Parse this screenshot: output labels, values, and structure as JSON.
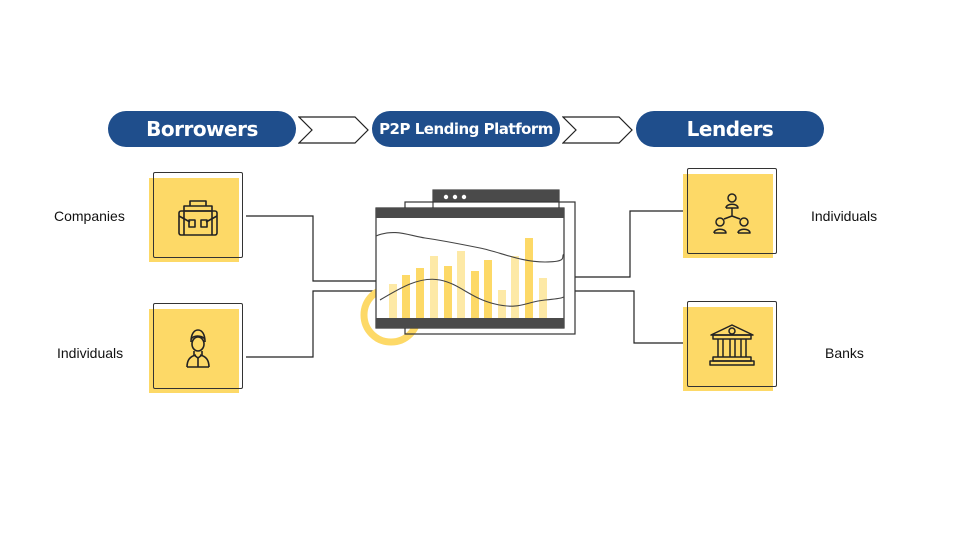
{
  "header": {
    "borrowers": "Borrowers",
    "platform": "P2P Lending Platform",
    "lenders": "Lenders"
  },
  "borrowers": {
    "items": [
      {
        "label": "Companies",
        "icon": "briefcase-icon"
      },
      {
        "label": "Individuals",
        "icon": "person-icon"
      }
    ]
  },
  "lenders": {
    "items": [
      {
        "label": "Individuals",
        "icon": "group-network-icon"
      },
      {
        "label": "Banks",
        "icon": "bank-icon"
      }
    ]
  },
  "colors": {
    "navy": "#1f4e8c",
    "yellow": "#fdd967",
    "light_yellow": "#fde9a6",
    "dark": "#4a4a4a",
    "line": "#222222"
  }
}
